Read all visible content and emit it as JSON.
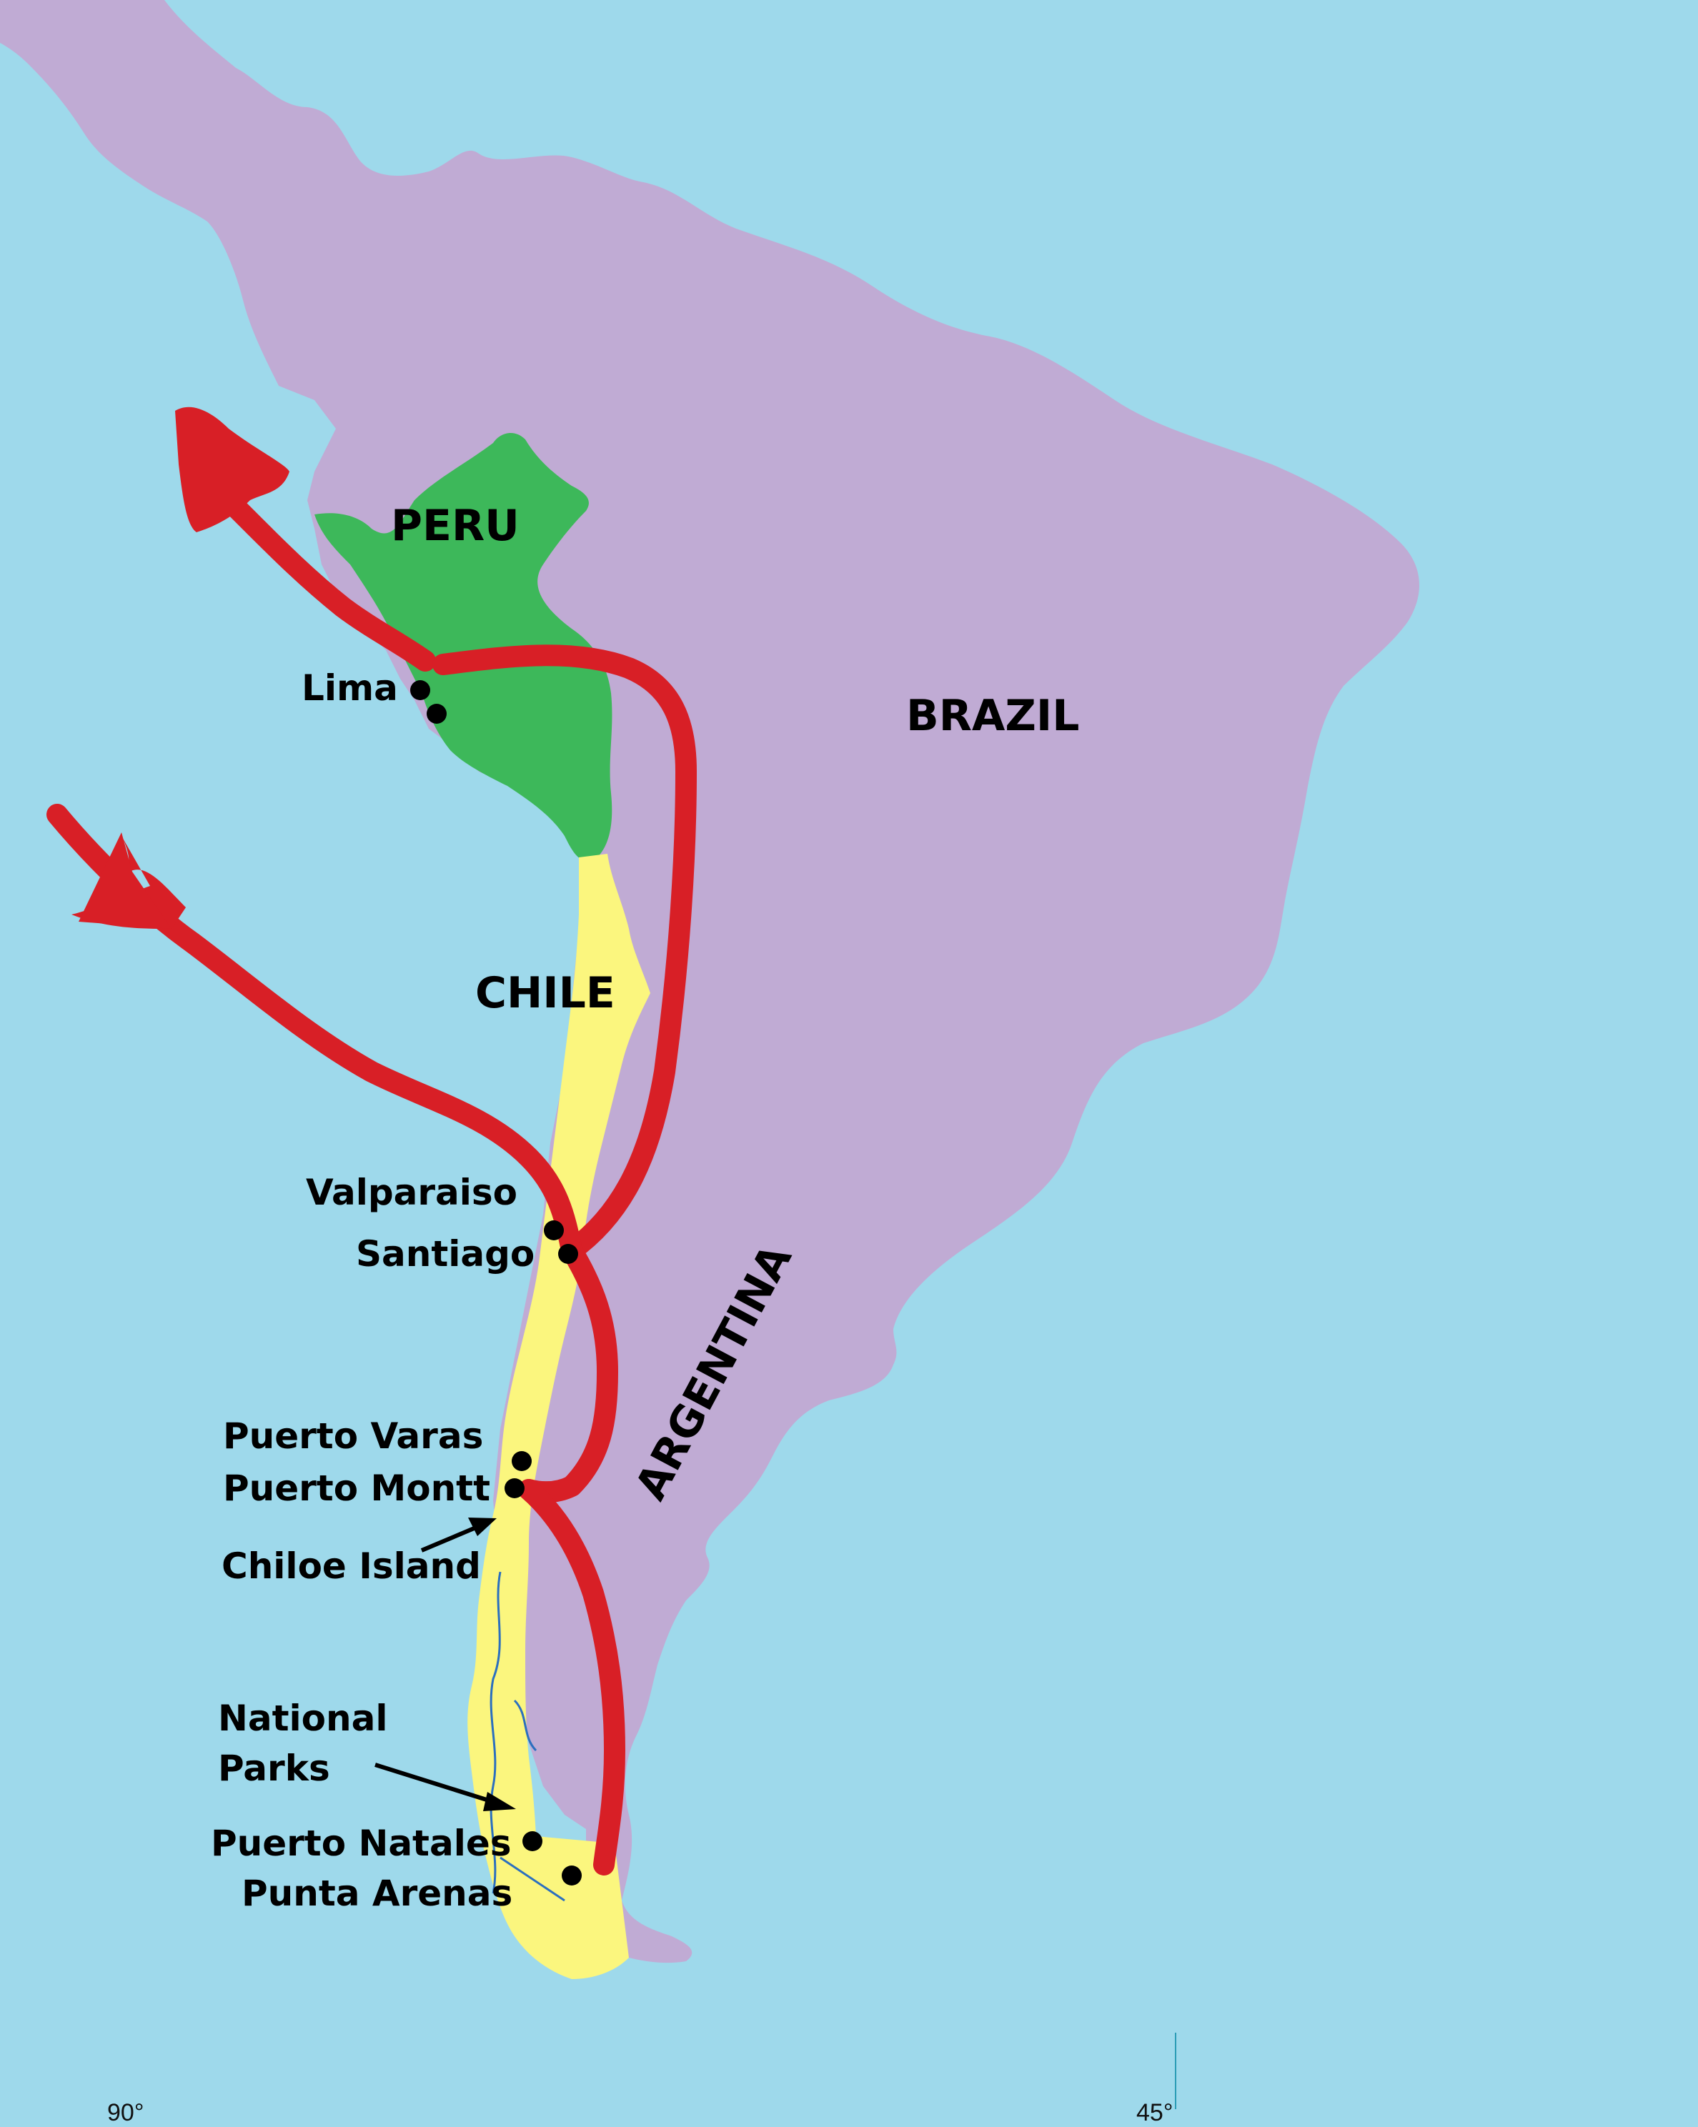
{
  "colors": {
    "ocean": "#9ed9eb",
    "south_america_land": "#c0abd4",
    "peru": "#3db85a",
    "chile": "#fbf67e",
    "route": "#d81f26",
    "city_dot": "#000000"
  },
  "countries": {
    "peru": "PERU",
    "brazil": "BRAZIL",
    "chile": "CHILE",
    "argentina": "ARGENTINA"
  },
  "cities": [
    {
      "name": "Lima"
    },
    {
      "name": "Valparaiso"
    },
    {
      "name": "Santiago"
    },
    {
      "name": "Puerto Varas"
    },
    {
      "name": "Puerto Montt"
    },
    {
      "name": "Chiloe Island"
    },
    {
      "name": "National"
    },
    {
      "name": "Parks"
    },
    {
      "name": "Puerto Natales"
    },
    {
      "name": "Punta Arenas"
    }
  ],
  "graticule": {
    "left": "90°",
    "right": "45°"
  }
}
